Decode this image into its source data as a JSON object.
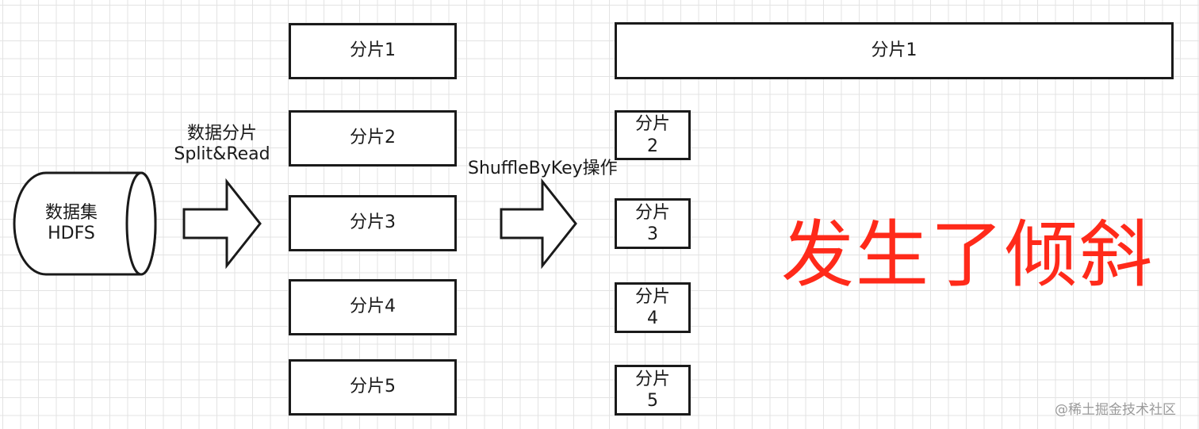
{
  "dataset": {
    "line1": "数据集",
    "line2": "HDFS"
  },
  "split_label": {
    "line1": "数据分片",
    "line2": "Split&Read"
  },
  "shuffle_label": "ShuffleByKey操作",
  "input_partitions": [
    "分片1",
    "分片2",
    "分片3",
    "分片4",
    "分片5"
  ],
  "output_partitions": [
    {
      "top": "分片1",
      "bottom": ""
    },
    {
      "top": "分片",
      "bottom": "2"
    },
    {
      "top": "分片",
      "bottom": "3"
    },
    {
      "top": "分片",
      "bottom": "4"
    },
    {
      "top": "分片",
      "bottom": "5"
    }
  ],
  "skew_text": "发生了倾斜",
  "watermark": "@稀土掘金技术社区",
  "colors": {
    "stroke": "#1a1a1a",
    "skew": "#ff2a1a",
    "grid": "#e3e3e3",
    "watermark": "#9a9a9a"
  }
}
